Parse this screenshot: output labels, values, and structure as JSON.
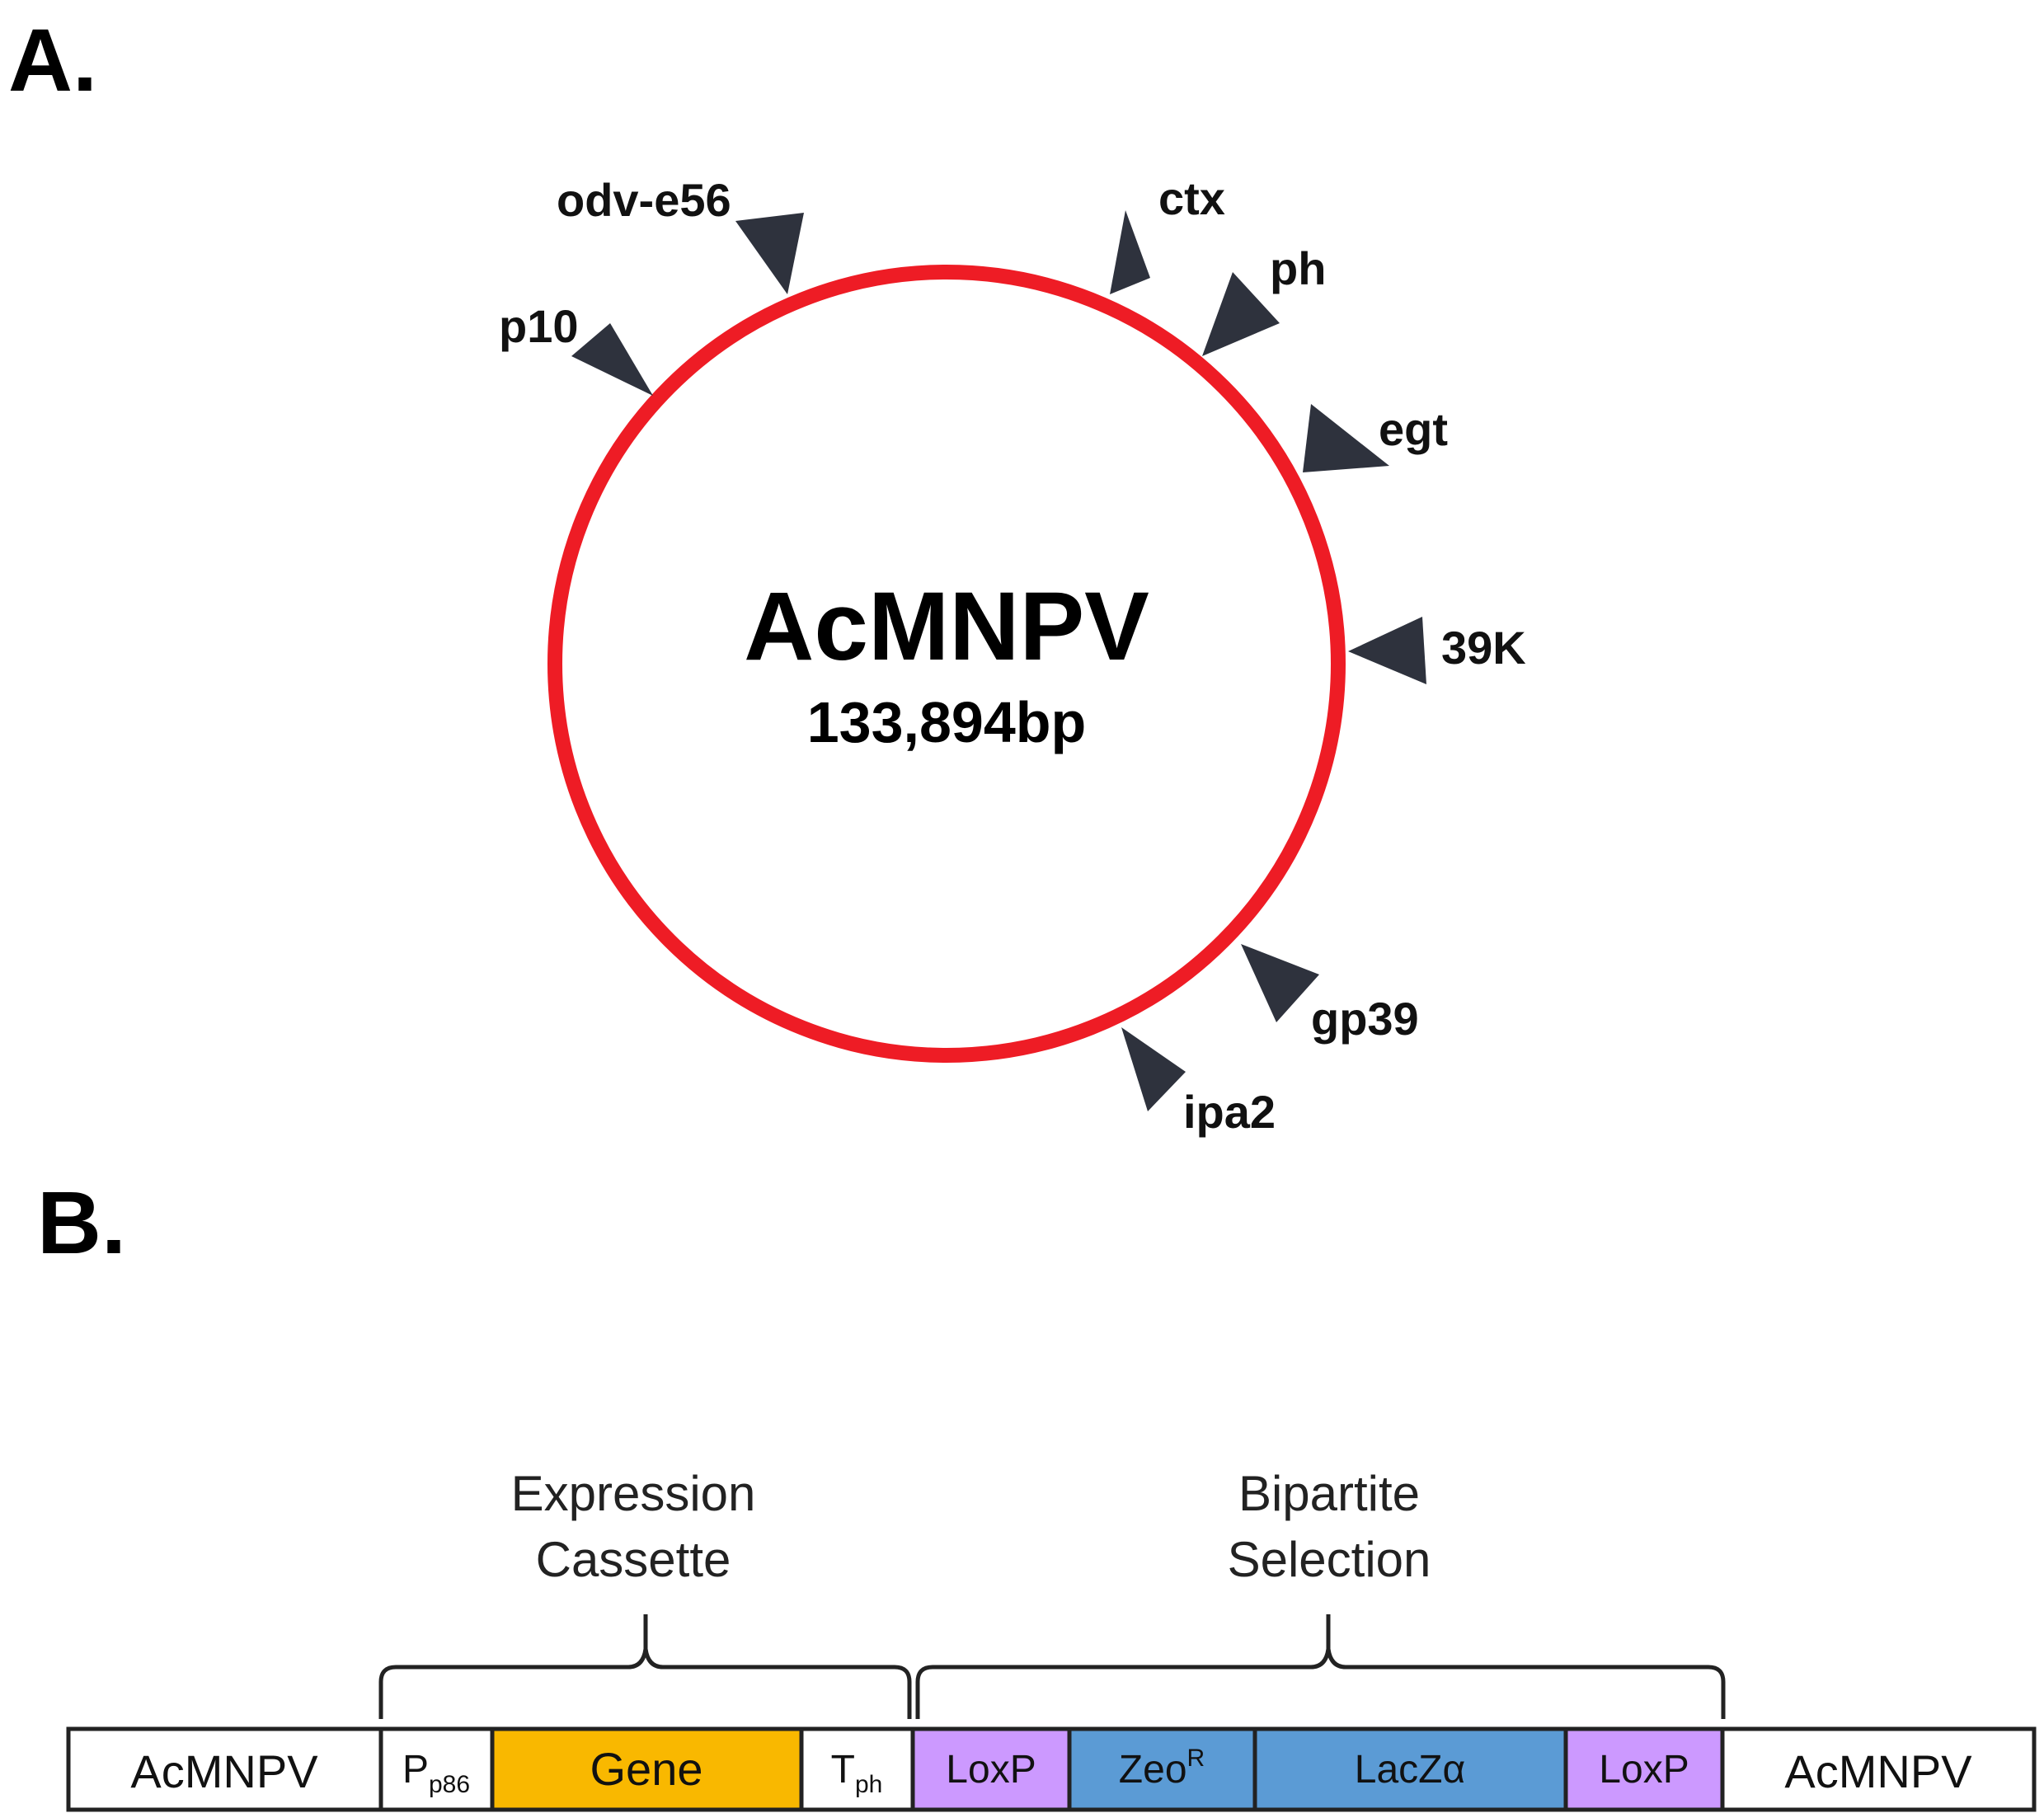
{
  "panels": {
    "a_label": "A.",
    "b_label": "B."
  },
  "genome": {
    "name": "AcMNPV",
    "size": "133,894bp",
    "circle_color": "#ee1c25",
    "marker_color": "#2e323d",
    "genes": [
      {
        "label": "odv-e56",
        "marker_icon": "triangle-marker-icon"
      },
      {
        "label": "ctx",
        "marker_icon": "triangle-marker-icon"
      },
      {
        "label": "ph",
        "marker_icon": "triangle-marker-icon"
      },
      {
        "label": "p10",
        "marker_icon": "triangle-marker-icon"
      },
      {
        "label": "egt",
        "marker_icon": "triangle-marker-icon"
      },
      {
        "label": "39K",
        "marker_icon": "triangle-marker-icon"
      },
      {
        "label": "gp39",
        "marker_icon": "triangle-marker-icon"
      },
      {
        "label": "ipa2",
        "marker_icon": "triangle-marker-icon"
      }
    ]
  },
  "construct": {
    "brace_expression": {
      "line1": "Expression",
      "line2": "Cassette"
    },
    "brace_selection": {
      "line1": "Bipartite",
      "line2": "Selection"
    },
    "segments": [
      {
        "label": "AcMNPV",
        "color": "#ffffff"
      },
      {
        "label": "P",
        "sub": "p86",
        "color": "#ffffff"
      },
      {
        "label": "Gene",
        "color": "#f9b800"
      },
      {
        "label": "T",
        "sub": "ph",
        "color": "#ffffff"
      },
      {
        "label": "LoxP",
        "color": "#cc99ff"
      },
      {
        "label": "Zeo",
        "sup": "R",
        "color": "#5b9bd5"
      },
      {
        "label": "LacZα",
        "color": "#5b9bd5"
      },
      {
        "label": "LoxP",
        "color": "#cc99ff"
      },
      {
        "label": "AcMNPV",
        "color": "#ffffff"
      }
    ]
  }
}
